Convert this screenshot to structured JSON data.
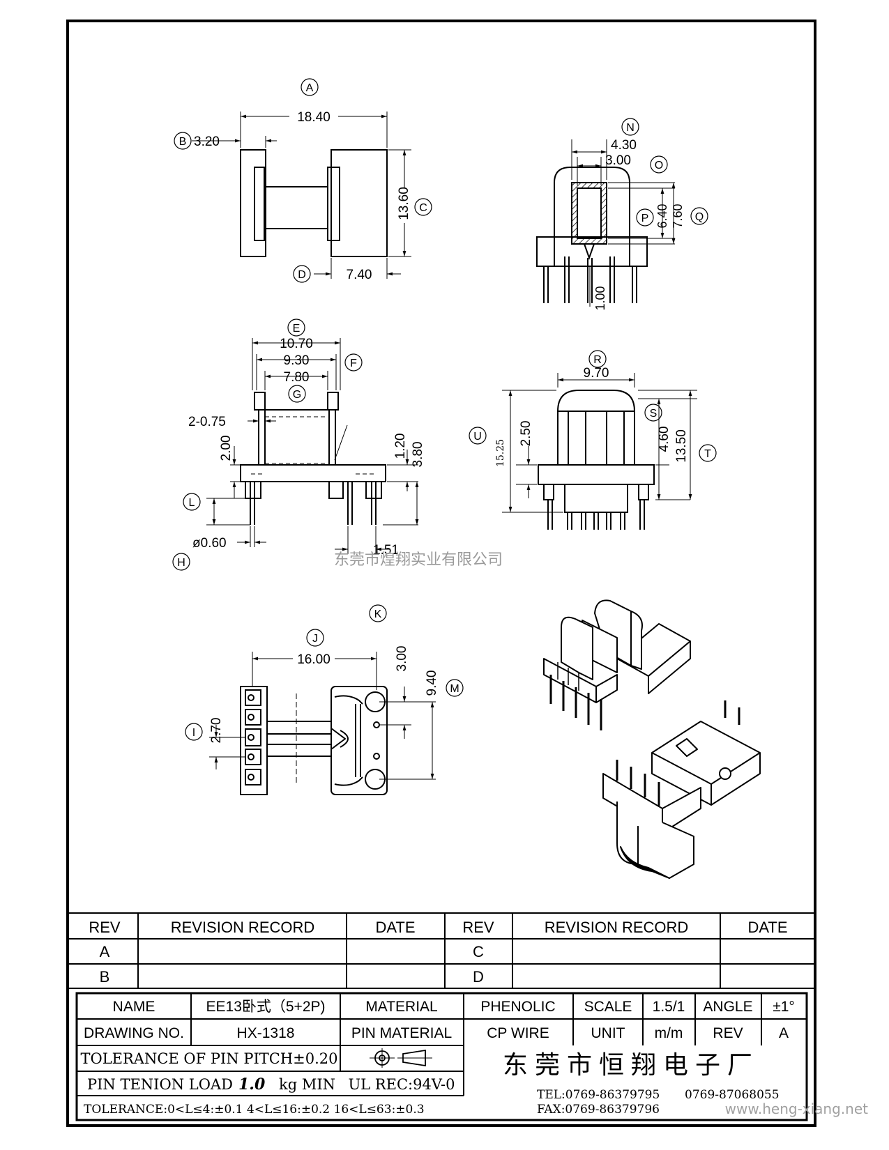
{
  "views": {
    "a": {
      "label": "A",
      "w_total": "18.40",
      "b_label": "B",
      "b_dim": "3.20",
      "c_label": "C",
      "c_dim": "13.60",
      "d_label": "D",
      "d_dim": "7.40"
    },
    "b": {
      "n_label": "N",
      "n_dim": "4.30",
      "o_label": "O",
      "o_dim": "3.00",
      "p_label": "P",
      "p_dim": "6.40",
      "q_label": "Q",
      "q_dim": "7.60",
      "pin_dim": "1.00"
    },
    "c": {
      "e_label": "E",
      "e_dim": "10.70",
      "f_label": "F",
      "f_dim": "9.30",
      "g_label": "G",
      "g_dim": "7.80",
      "slot_dim": "2-0.75",
      "h_dim": "2.00",
      "d120": "1.20",
      "d380": "3.80",
      "l_label": "L",
      "pin_dia": "ø0.60",
      "h_label": "H",
      "d151": "1.51"
    },
    "d": {
      "r_label": "R",
      "r_dim": "9.70",
      "s_label": "S",
      "s_dim": "4.60",
      "t_label": "T",
      "t_dim": "13.50",
      "u_label": "U",
      "u_dim": "15.25",
      "d250": "2.50"
    },
    "e": {
      "k_label": "K",
      "j_label": "J",
      "j_dim": "16.00",
      "d300": "3.00",
      "d940": "9.40",
      "m_label": "M",
      "i_label": "I",
      "i_dim": "2.70"
    }
  },
  "watermark": "东莞市煌翔实业有限公司",
  "revision_table": {
    "headers": [
      "REV",
      "REVISION RECORD",
      "DATE",
      "REV",
      "REVISION RECORD",
      "DATE"
    ],
    "rows": [
      [
        "A",
        "",
        "",
        "C",
        "",
        ""
      ],
      [
        "B",
        "",
        "",
        "D",
        "",
        ""
      ]
    ]
  },
  "title_block": {
    "name_label": "NAME",
    "name_value": "EE13卧式（5+2P)",
    "material_label": "MATERIAL",
    "material_value": "PHENOLIC",
    "scale_label": "SCALE",
    "scale_value": "1.5/1",
    "angle_label": "ANGLE",
    "angle_value": "±1°",
    "drawing_no_label": "DRAWING NO.",
    "drawing_no_value": "HX-1318",
    "pin_material_label": "PIN MATERIAL",
    "pin_material_value": "CP WIRE",
    "unit_label": "UNIT",
    "unit_value": "m/m",
    "rev_label": "REV",
    "rev_value": "A",
    "tol_pitch": "TOLERANCE OF PIN PITCH±0.20",
    "pin_tension_prefix": "PIN TENION LOAD",
    "pin_tension_value": "1.0",
    "pin_tension_suffix": "kg MIN",
    "ul": "UL REC:94V-0",
    "company": "东莞市恒翔电子厂",
    "tel": "TEL:0769-86379795",
    "tel2": "0769-87068055",
    "fax": "FAX:0769-86379796",
    "tolerance": "TOLERANCE:0<L≤4:±0.1  4<L≤16:±0.2  16<L≤63:±0.3",
    "website": "www.heng-xiang.net"
  }
}
